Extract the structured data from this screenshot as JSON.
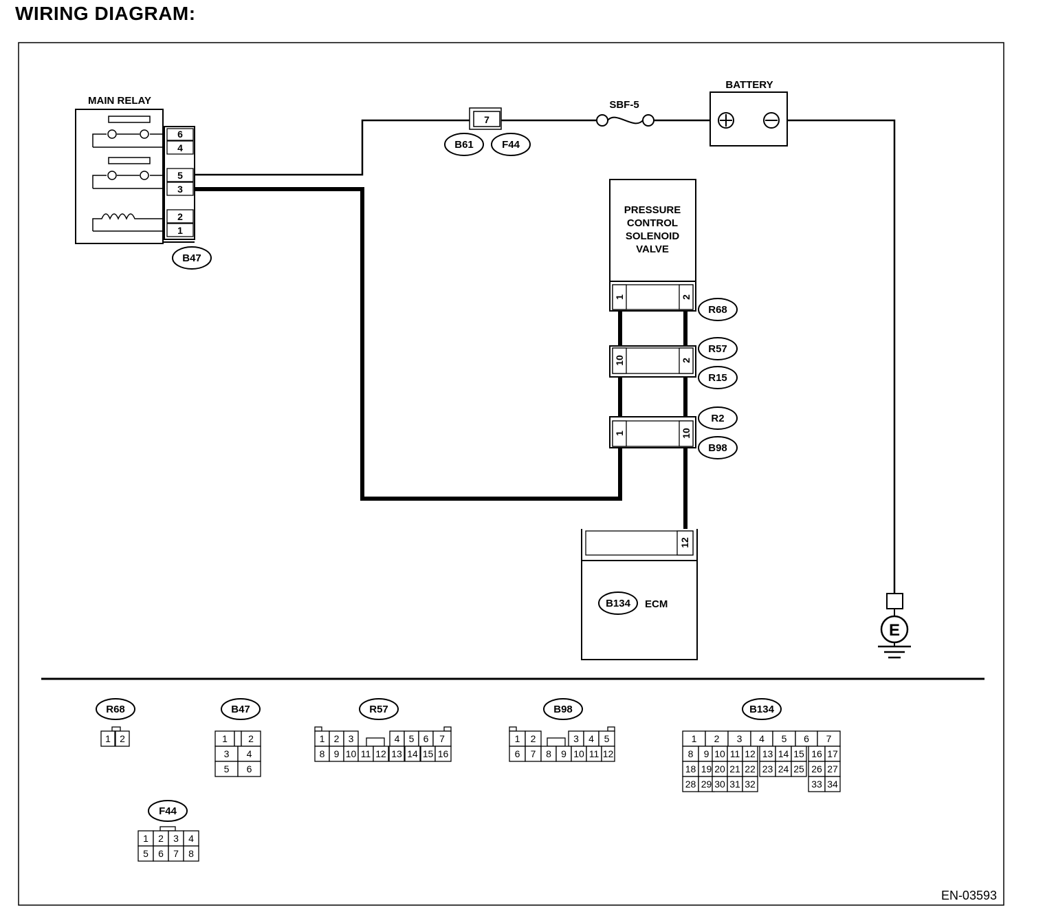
{
  "title": "WIRING DIAGRAM:",
  "doc_id": "EN-03593",
  "components": {
    "main_relay": {
      "label": "MAIN RELAY",
      "pins": [
        "6",
        "4",
        "5",
        "3",
        "2",
        "1"
      ],
      "connector": "B47"
    },
    "fuse_junction": {
      "pin": "7",
      "connectors": [
        "B61",
        "F44"
      ]
    },
    "fuse": {
      "label": "SBF-5"
    },
    "battery": {
      "label": "BATTERY"
    },
    "solenoid": {
      "label_lines": [
        "PRESSURE",
        "CONTROL",
        "SOLENOID",
        "VALVE"
      ],
      "connector": "R68",
      "pins": [
        "1",
        "2"
      ]
    },
    "joint1": {
      "pins": [
        "10",
        "2"
      ],
      "connectors": [
        "R57",
        "R15"
      ]
    },
    "joint2": {
      "pins": [
        "1",
        "10"
      ],
      "connectors": [
        "R2",
        "B98"
      ]
    },
    "ecm": {
      "label": "ECM",
      "connector": "B134",
      "pin": "12"
    },
    "ground": {
      "label": "E"
    }
  },
  "connector_views": {
    "R68": {
      "name": "R68",
      "rows": [
        [
          "1",
          "2"
        ]
      ]
    },
    "B47": {
      "name": "B47",
      "rows": [
        [
          "1",
          "2"
        ],
        [
          "3",
          "4"
        ],
        [
          "5",
          "6"
        ]
      ]
    },
    "R57": {
      "name": "R57",
      "rows": [
        [
          "1",
          "2",
          "3",
          "4",
          "5",
          "6",
          "7"
        ],
        [
          "8",
          "9",
          "10",
          "11",
          "12",
          "13",
          "14",
          "15",
          "16"
        ]
      ]
    },
    "B98": {
      "name": "B98",
      "rows": [
        [
          "1",
          "2",
          "3",
          "4",
          "5"
        ],
        [
          "6",
          "7",
          "8",
          "9",
          "10",
          "11",
          "12"
        ]
      ]
    },
    "B134": {
      "name": "B134",
      "rows": [
        [
          "1",
          "2",
          "3",
          "4",
          "5",
          "6",
          "7"
        ],
        [
          "8",
          "9",
          "10",
          "11",
          "12",
          "13",
          "14",
          "15",
          "16",
          "17"
        ],
        [
          "18",
          "19",
          "20",
          "21",
          "22",
          "23",
          "24",
          "25",
          "26",
          "27"
        ],
        [
          "28",
          "29",
          "30",
          "31",
          "32",
          "33",
          "34"
        ]
      ]
    },
    "F44": {
      "name": "F44",
      "rows": [
        [
          "1",
          "2",
          "3",
          "4"
        ],
        [
          "5",
          "6",
          "7",
          "8"
        ]
      ]
    }
  }
}
